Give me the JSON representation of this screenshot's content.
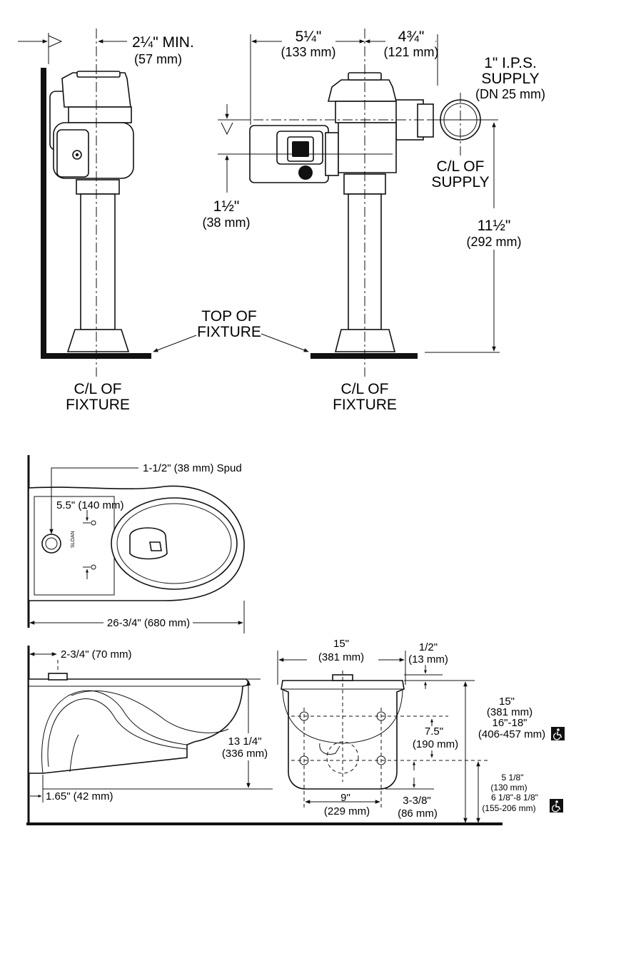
{
  "flush_valve": {
    "side_view": {
      "wall_clearance": "2¼\" MIN.",
      "wall_clearance_mm": "(57 mm)",
      "fixture_cl_1": "C/L OF",
      "fixture_cl_2": "FIXTURE"
    },
    "front_view": {
      "left_dim": "5¼\"",
      "left_dim_mm": "(133 mm)",
      "right_dim": "4¾\"",
      "right_dim_mm": "(121 mm)",
      "supply_1": "1\" I.P.S.",
      "supply_2": "SUPPLY",
      "supply_3": "(DN 25 mm)",
      "cl_supply_1": "C/L OF",
      "cl_supply_2": "SUPPLY",
      "sensor_dim": "1½\"",
      "sensor_dim_mm": "(38 mm)",
      "height_dim": "11½\"",
      "height_dim_mm": "(292 mm)",
      "fixture_cl_1": "C/L OF",
      "fixture_cl_2": "FIXTURE"
    },
    "top_of_fixture_1": "TOP OF",
    "top_of_fixture_2": "FIXTURE"
  },
  "bowl": {
    "top_view": {
      "spud": "1-1/2\" (38 mm) Spud",
      "bolt_spacing": "5.5\" (140 mm)",
      "length": "26-3/4\" (680 mm)",
      "brand": "SLOAN"
    },
    "side_view": {
      "spud_offset": "2-3/4\" (70 mm)",
      "height": "13 1/4\"",
      "height_mm": "(336 mm)",
      "bottom_offset": "1.65\" (42 mm)"
    },
    "front_view": {
      "width": "15\"",
      "width_mm": "(381 mm)",
      "rim_dim": "1/2\"",
      "rim_dim_mm": "(13 mm)",
      "hole_vertical": "7.5\"",
      "hole_vertical_mm": "(190 mm)",
      "hole_spacing": "9\"",
      "hole_spacing_mm": "(229 mm)",
      "bottom_dim": "3-3/8\"",
      "bottom_dim_mm": "(86 mm)",
      "rim_height": "15\"",
      "rim_height_mm": "(381 mm)",
      "ada_rim_height": "16\"-18\"",
      "ada_rim_height_mm": "(406-457 mm)",
      "carrier_height": "5 1/8\"",
      "carrier_height_mm": "(130 mm)",
      "ada_carrier_height": "6 1/8\"-8 1/8\"",
      "ada_carrier_height_mm": "(155-206 mm)"
    },
    "accessibility_icon": "wheelchair-icon"
  }
}
